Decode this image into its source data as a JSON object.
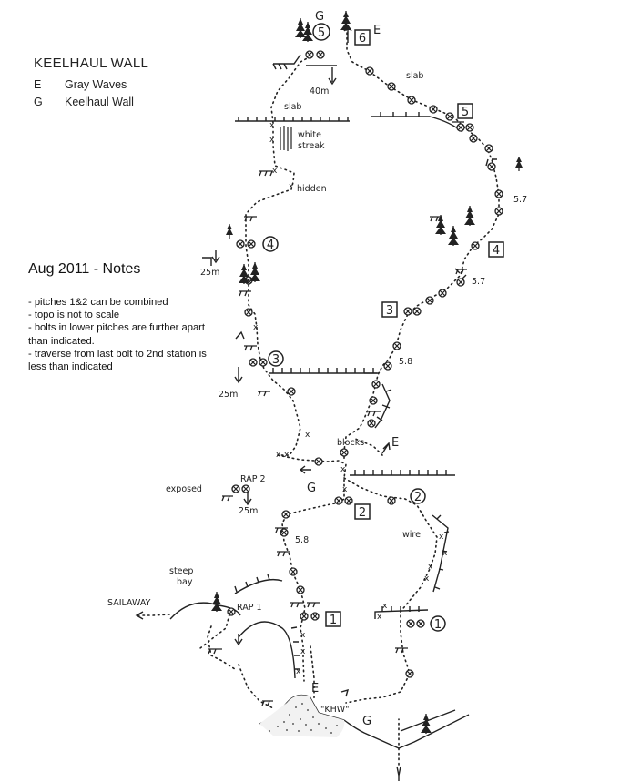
{
  "route": {
    "title": "KEELHAUL WALL",
    "legend": [
      {
        "key": "E",
        "label": "Gray Waves"
      },
      {
        "key": "G",
        "label": "Keelhaul Wall"
      }
    ]
  },
  "notes": {
    "heading": "Aug 2011 - Notes",
    "items": [
      "- pitches 1&2 can be combined",
      "- topo is not to scale",
      "- bolts in lower pitches are further apart than indicated.",
      "- traverse from last bolt to 2nd station is less than indicated"
    ]
  },
  "topo_labels": {
    "g_top": "G",
    "e_top": "E",
    "e_mid": "E",
    "g_mid": "G",
    "e_bottom": "E",
    "g_bottom": "G",
    "keelhaul_station_5": "5",
    "keelhaul_station_4": "4",
    "keelhaul_station_3": "3",
    "keelhaul_station_2": "2",
    "keelhaul_station_1": "1",
    "gray_station_6": "6",
    "gray_station_5": "5",
    "gray_station_4": "4",
    "gray_station_3": "3",
    "gray_station_2": "2",
    "gray_station_1": "1",
    "rappel_40m": "40m",
    "rappel_25m_upper": "25m",
    "rappel_25m_mid": "25m",
    "rappel_25m_low": "25m",
    "slab_left": "slab",
    "slab_right": "slab",
    "white_streak_1": "white",
    "white_streak_2": "streak",
    "hidden": "hidden",
    "grade_57_upper": "5.7",
    "grade_57_lower": "5.7",
    "grade_58_right": "5.8",
    "grade_58_left": "5.8",
    "blocks": "blocks",
    "exposed": "exposed",
    "rap2": "RAP 2",
    "rap1": "RAP 1",
    "wire": "wire",
    "steep_1": "steep",
    "steep_2": "bay",
    "sailaway": "SAILAWAY",
    "khw": "\"KHW\""
  }
}
